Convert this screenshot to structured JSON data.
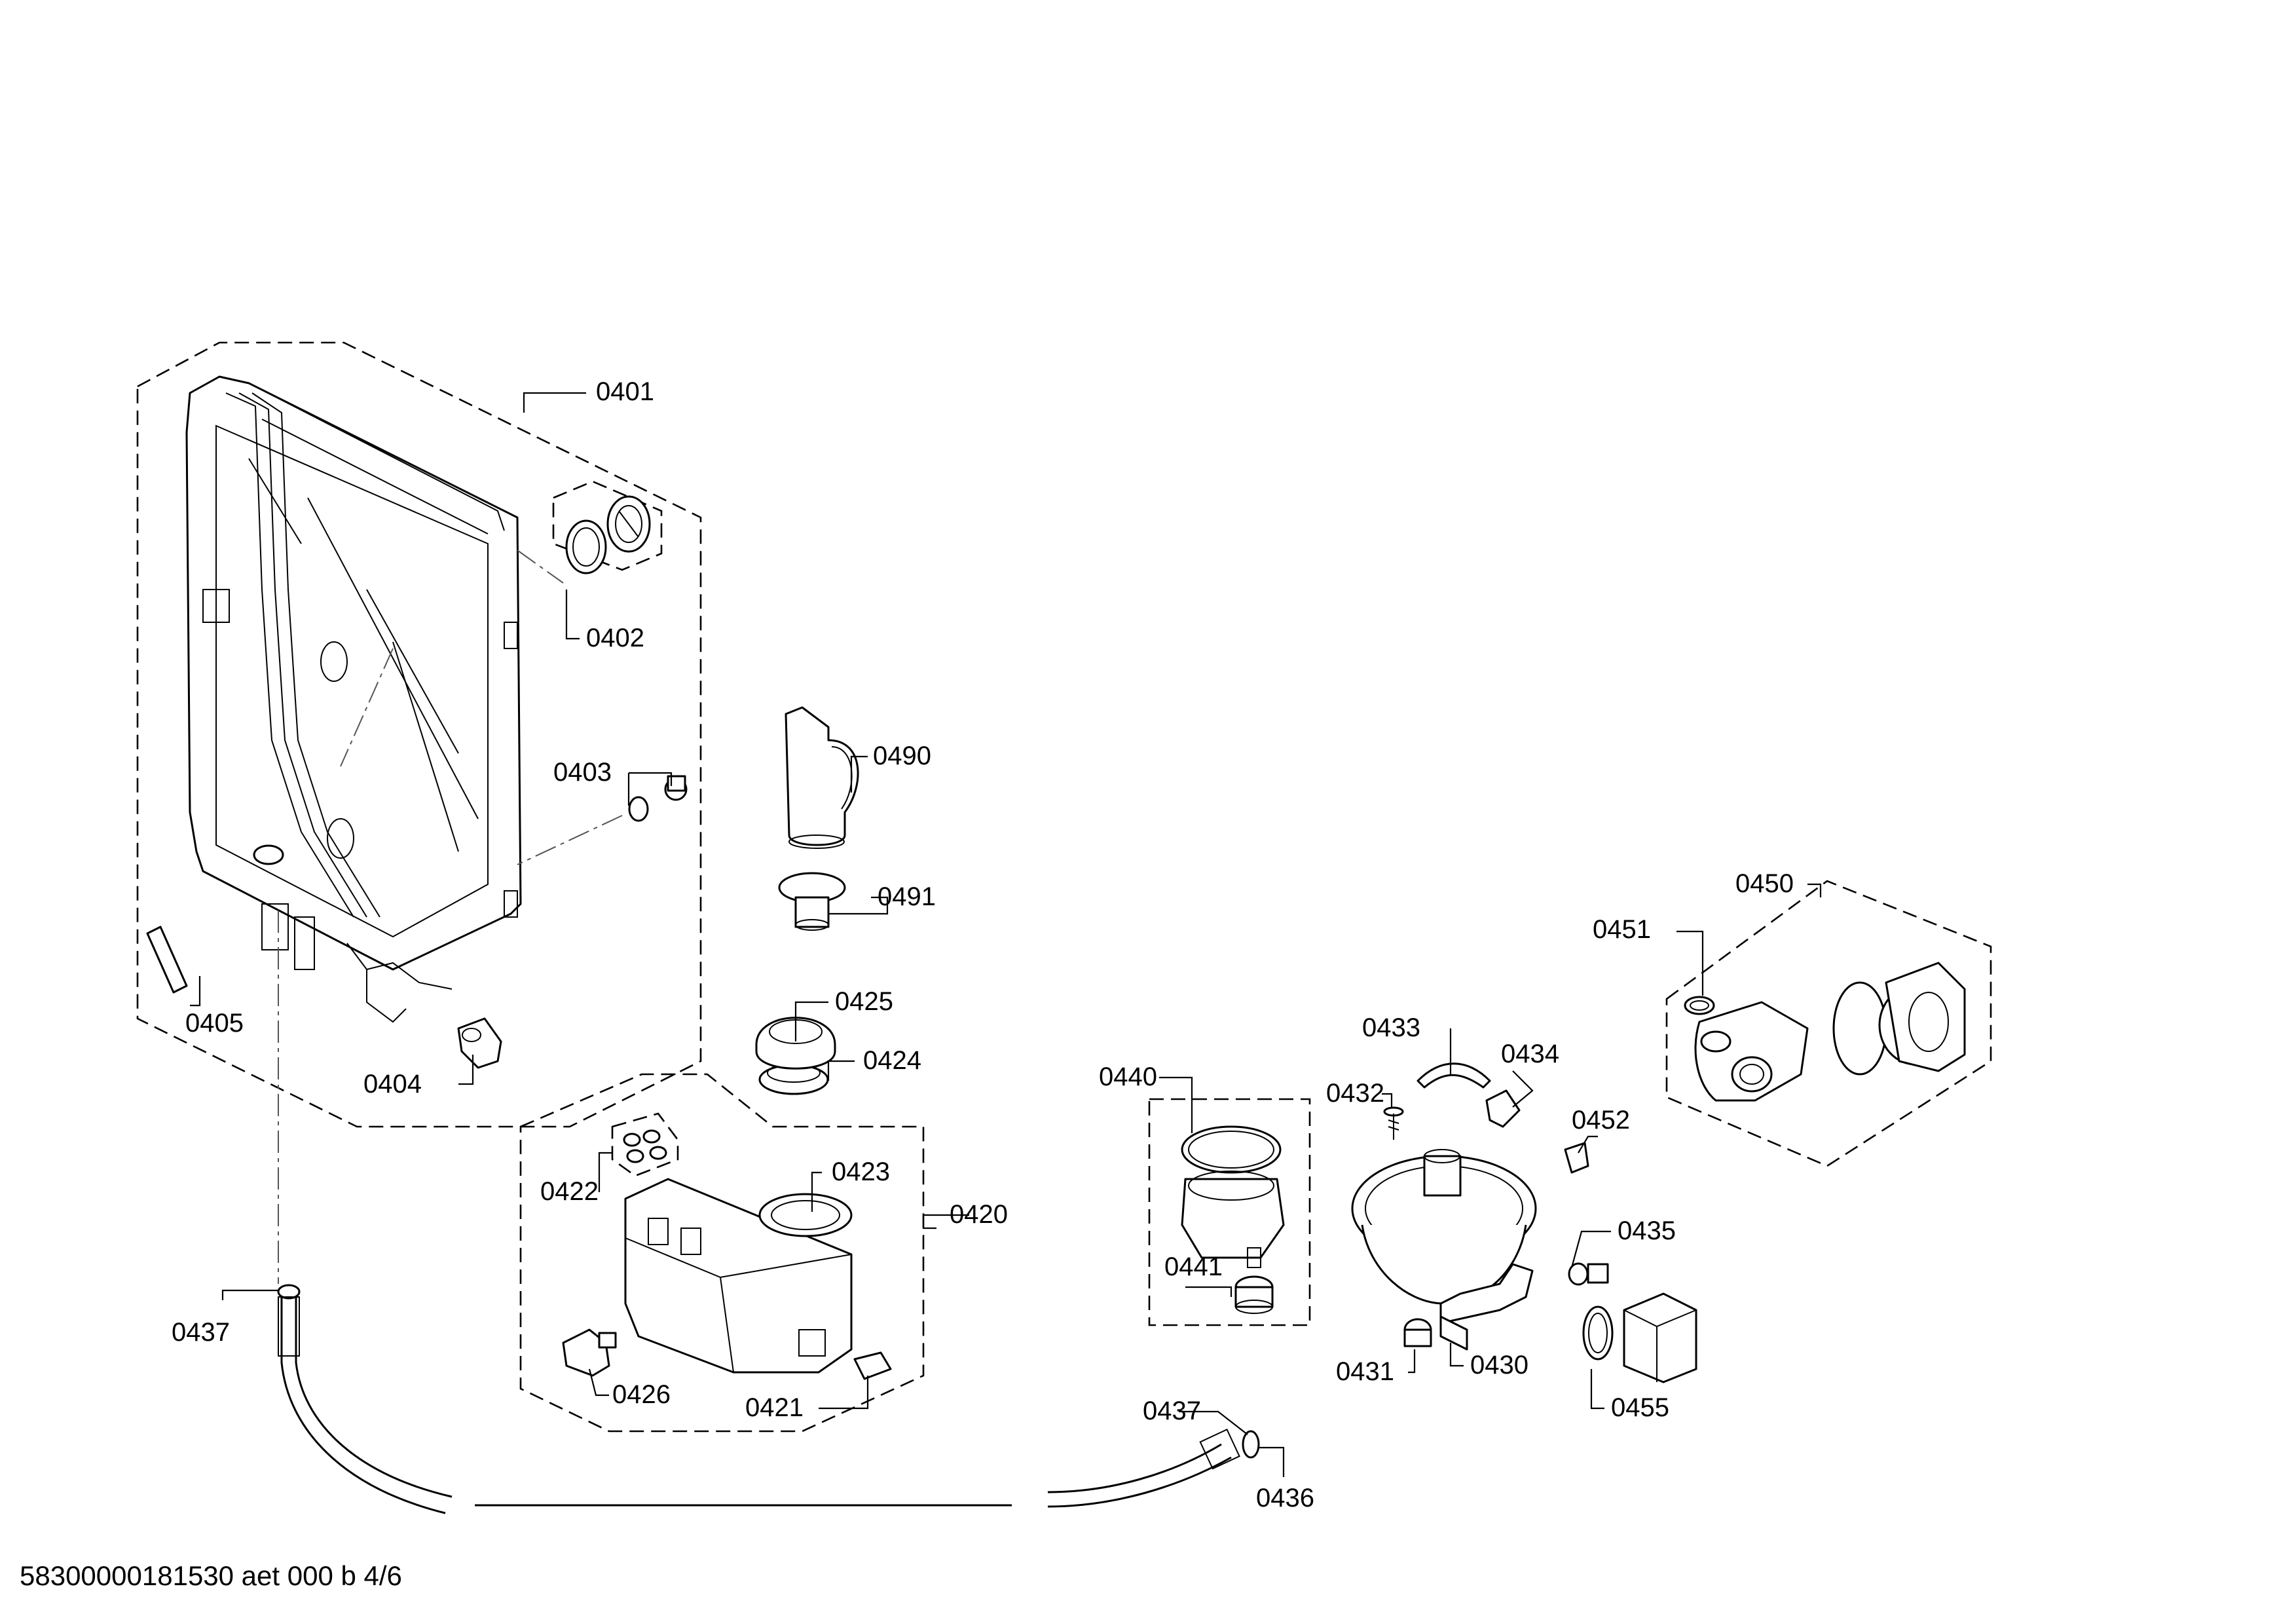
{
  "labels": {
    "p0401": "0401",
    "p0402": "0402",
    "p0403": "0403",
    "p0404": "0404",
    "p0405": "0405",
    "p0420": "0420",
    "p0421": "0421",
    "p0422": "0422",
    "p0423": "0423",
    "p0424": "0424",
    "p0425": "0425",
    "p0426": "0426",
    "p0430": "0430",
    "p0431": "0431",
    "p0432": "0432",
    "p0433": "0433",
    "p0434": "0434",
    "p0435": "0435",
    "p0436": "0436",
    "p0437a": "0437",
    "p0437b": "0437",
    "p0440": "0440",
    "p0441": "0441",
    "p0450": "0450",
    "p0451": "0451",
    "p0452": "0452",
    "p0455": "0455",
    "p0490": "0490",
    "p0491": "0491"
  },
  "footer": "58300000181530 aet 000 b 4/6"
}
